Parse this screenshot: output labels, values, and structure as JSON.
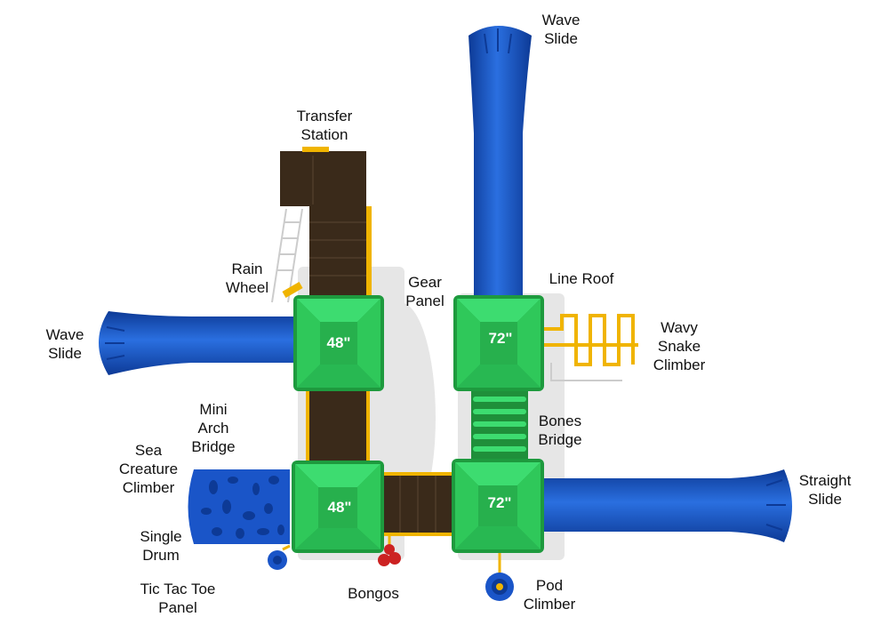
{
  "colors": {
    "slide_blue": "#1a55c8",
    "slide_blue_dark": "#0d3a96",
    "roof_green": "#2fc85a",
    "roof_green_dark": "#1e9a3e",
    "deck_brown": "#3a2a1a",
    "frame_yellow": "#f0b400",
    "drum_red": "#cc2222",
    "bones_green": "#1f8f3a"
  },
  "roofs": [
    {
      "id": "roof-top-left",
      "label": "48\""
    },
    {
      "id": "roof-top-right",
      "label": "72\""
    },
    {
      "id": "roof-bottom-left",
      "label": "48\""
    },
    {
      "id": "roof-bottom-right",
      "label": "72\""
    }
  ],
  "labels": {
    "wave_slide_top": "Wave\nSlide",
    "transfer_station": "Transfer\nStation",
    "rain_wheel": "Rain\nWheel",
    "gear_panel": "Gear\nPanel",
    "line_roof": "Line Roof",
    "wave_slide_left": "Wave\nSlide",
    "wavy_snake_climber": "Wavy\nSnake\nClimber",
    "mini_arch_bridge": "Mini\nArch\nBridge",
    "bones_bridge": "Bones\nBridge",
    "sea_creature_climber": "Sea\nCreature\nClimber",
    "straight_slide": "Straight\nSlide",
    "single_drum": "Single\nDrum",
    "tic_tac_toe_panel": "Tic Tac Toe\nPanel",
    "bongos": "Bongos",
    "pod_climber": "Pod\nClimber"
  }
}
